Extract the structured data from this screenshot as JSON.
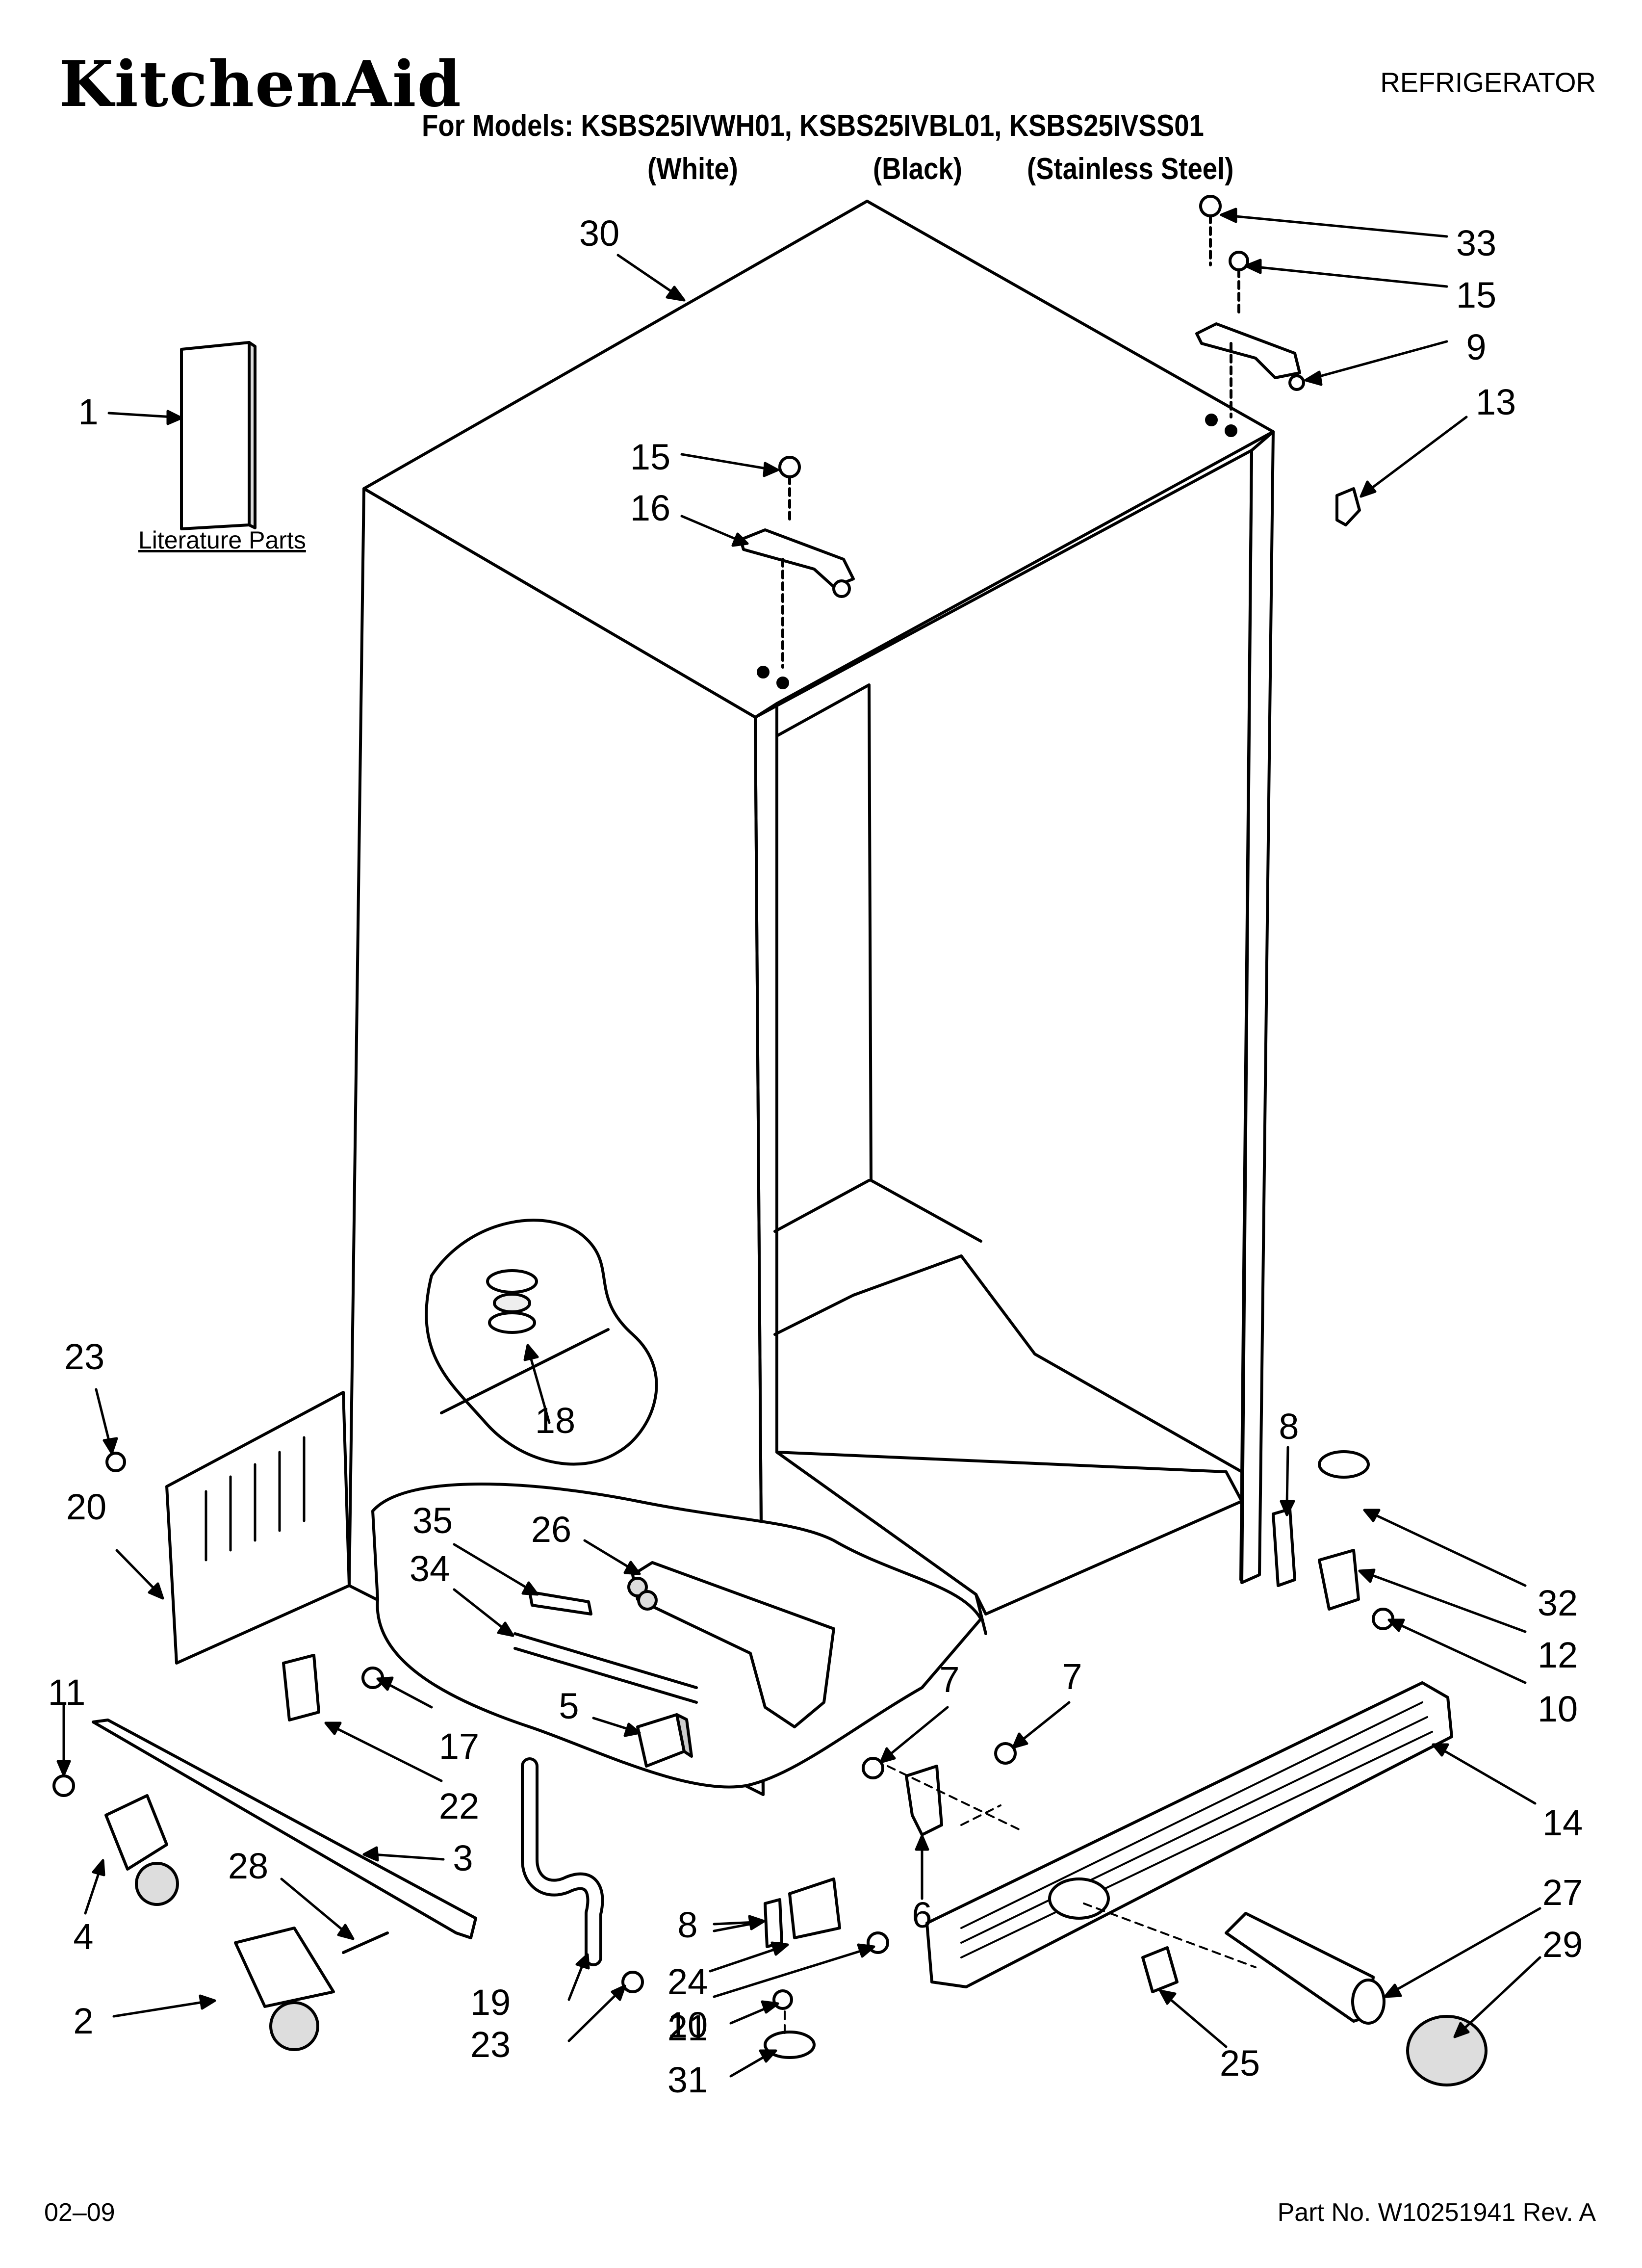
{
  "header": {
    "brand": "KitchenAid",
    "product_type": "REFRIGERATOR",
    "models_line": "For Models: KSBS25IVWH01, KSBS25IVBL01, KSBS25IVSS01",
    "variants": [
      "(White)",
      "(Black)",
      "(Stainless Steel)"
    ]
  },
  "literature_label": "Literature Parts",
  "callouts": [
    "30",
    "33",
    "15",
    "9",
    "13",
    "1",
    "15",
    "16",
    "18",
    "23",
    "20",
    "8",
    "32",
    "12",
    "10",
    "35",
    "26",
    "34",
    "7",
    "7",
    "5",
    "14",
    "11",
    "17",
    "22",
    "3",
    "28",
    "4",
    "2",
    "8",
    "24",
    "6",
    "27",
    "29",
    "10",
    "19",
    "23",
    "21",
    "31",
    "25"
  ],
  "footer": {
    "date_code": "02–09",
    "part_number": "Part No. W10251941 Rev. A"
  }
}
